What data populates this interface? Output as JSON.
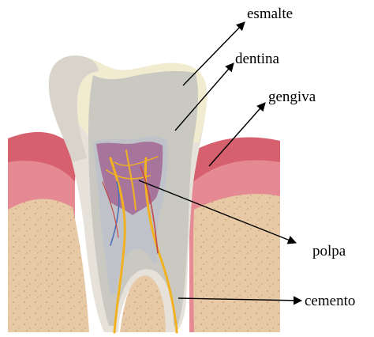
{
  "labels": {
    "esmalte": "esmalte",
    "dentina": "dentina",
    "gengiva": "gengiva",
    "polpa": "polpa",
    "cemento": "cemento"
  },
  "colors": {
    "enamel": "#f1ebd0",
    "dentin": "#c9c9c2",
    "gum": "#e5848c",
    "gum_dark": "#c94a5a",
    "bone": "#e5c7a4",
    "pulp": "#a7749c",
    "root_canal": "#c2c7cf",
    "nerve": "#f0b222",
    "vessel_blue": "#4f6fb8",
    "vessel_red": "#c24a4a"
  }
}
